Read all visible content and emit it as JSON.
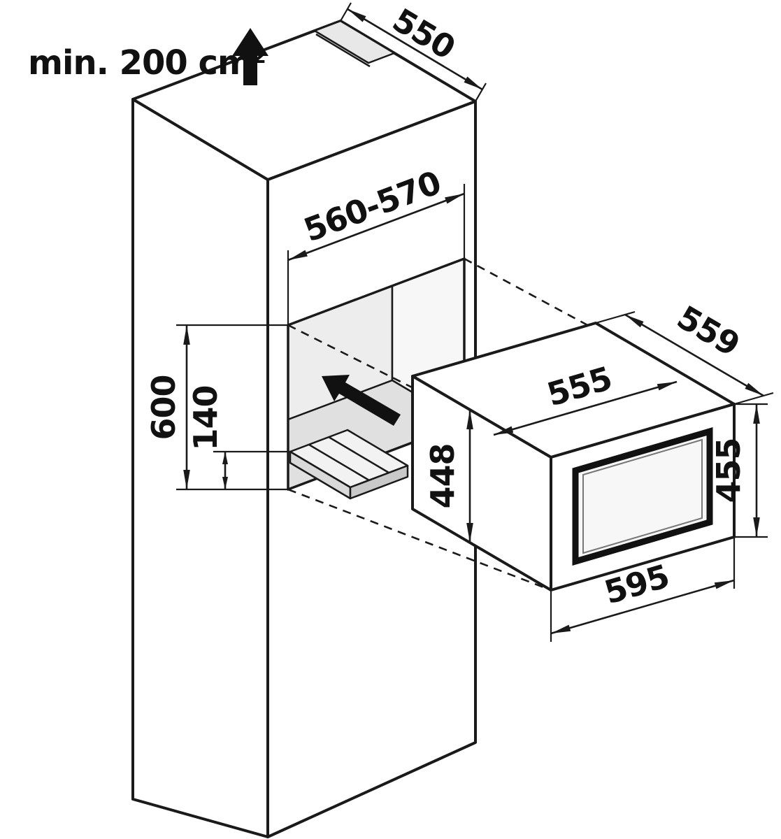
{
  "diagram": {
    "note_vent_area": "min. 200 cm²",
    "dims": {
      "cabinet_depth": "550",
      "niche_width": "560-570",
      "niche_height": "600",
      "rail_height": "140",
      "appliance_depth": "559",
      "top_width": "555",
      "front_height": "448",
      "side_height": "455",
      "front_width": "595"
    },
    "colors": {
      "line": "#1a1a1a",
      "surface": "#ffffff",
      "niche_back_wall": "#ededed",
      "niche_side_wall": "#f7f7f7",
      "niche_floor": "#e0e0e0",
      "vent_slot": "#e8e8e8",
      "rail_top": "#f2f2f2",
      "rail_front": "#d9d9d9",
      "rail_end": "#c9c9c9",
      "door_glass": "#f7f7f7"
    }
  }
}
